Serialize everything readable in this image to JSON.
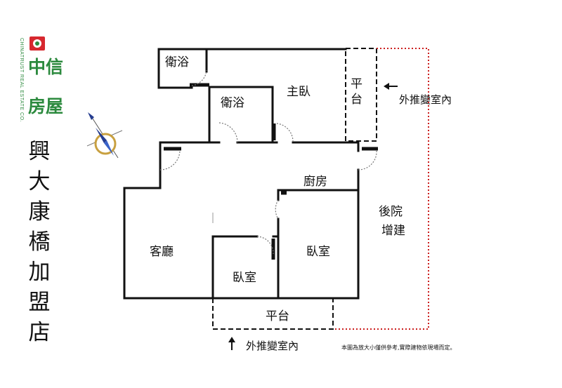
{
  "logo": {
    "brand_cn": [
      "中信",
      "房屋"
    ],
    "brand_en": "CHINATRUST REAL ESTATE CO.",
    "brand_color": "#2c8a3e",
    "mark_color": "#d7282f"
  },
  "store_name": [
    "興",
    "大",
    "康",
    "橋",
    "加",
    "盟",
    "店"
  ],
  "compass_icon": "compass-icon",
  "rooms": {
    "bath1": "衛浴",
    "bath2": "衛浴",
    "master_bedroom": "主臥",
    "platform_top": "平台",
    "kitchen": "廚房",
    "living_room": "客廳",
    "bedroom_center": "臥室",
    "bedroom_small": "臥室",
    "platform_bottom": "平台",
    "backyard_line1": "後院",
    "backyard_line2": "增建"
  },
  "annotations": {
    "right_arrow_label": "外推變室內",
    "bottom_arrow_label": "外推變室內",
    "disclaimer": "本圖為放大小僅供參考,實際建物依現場而定。"
  },
  "colors": {
    "wall": "#111111",
    "dashed_outline": "#111111",
    "dotted_boundary": "#cc1f1f"
  }
}
